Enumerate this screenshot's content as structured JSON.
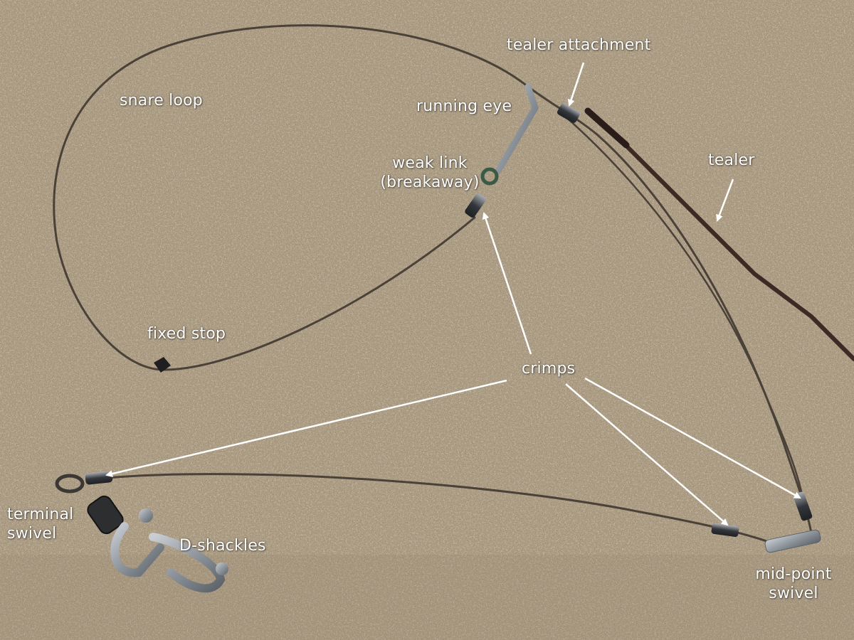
{
  "labels": {
    "snare_loop": "snare loop",
    "running_eye": "running eye",
    "tealer_attachment": "tealer attachment",
    "tealer": "tealer",
    "weak_link_line1": "weak link",
    "weak_link_line2": "(breakaway)",
    "fixed_stop": "fixed stop",
    "crimps": "crimps",
    "terminal_line1": "terminal",
    "terminal_line2": "swivel",
    "d_shackles": "D-shackles",
    "midpoint_line1": "mid-point",
    "midpoint_line2": "swivel"
  },
  "colors": {
    "background": "#b6a58b",
    "wire": "#4a4238",
    "label_text": "#ffffff",
    "arrow": "#ffffff",
    "metal": "#8f959b",
    "tealer": "#3d2a24"
  }
}
